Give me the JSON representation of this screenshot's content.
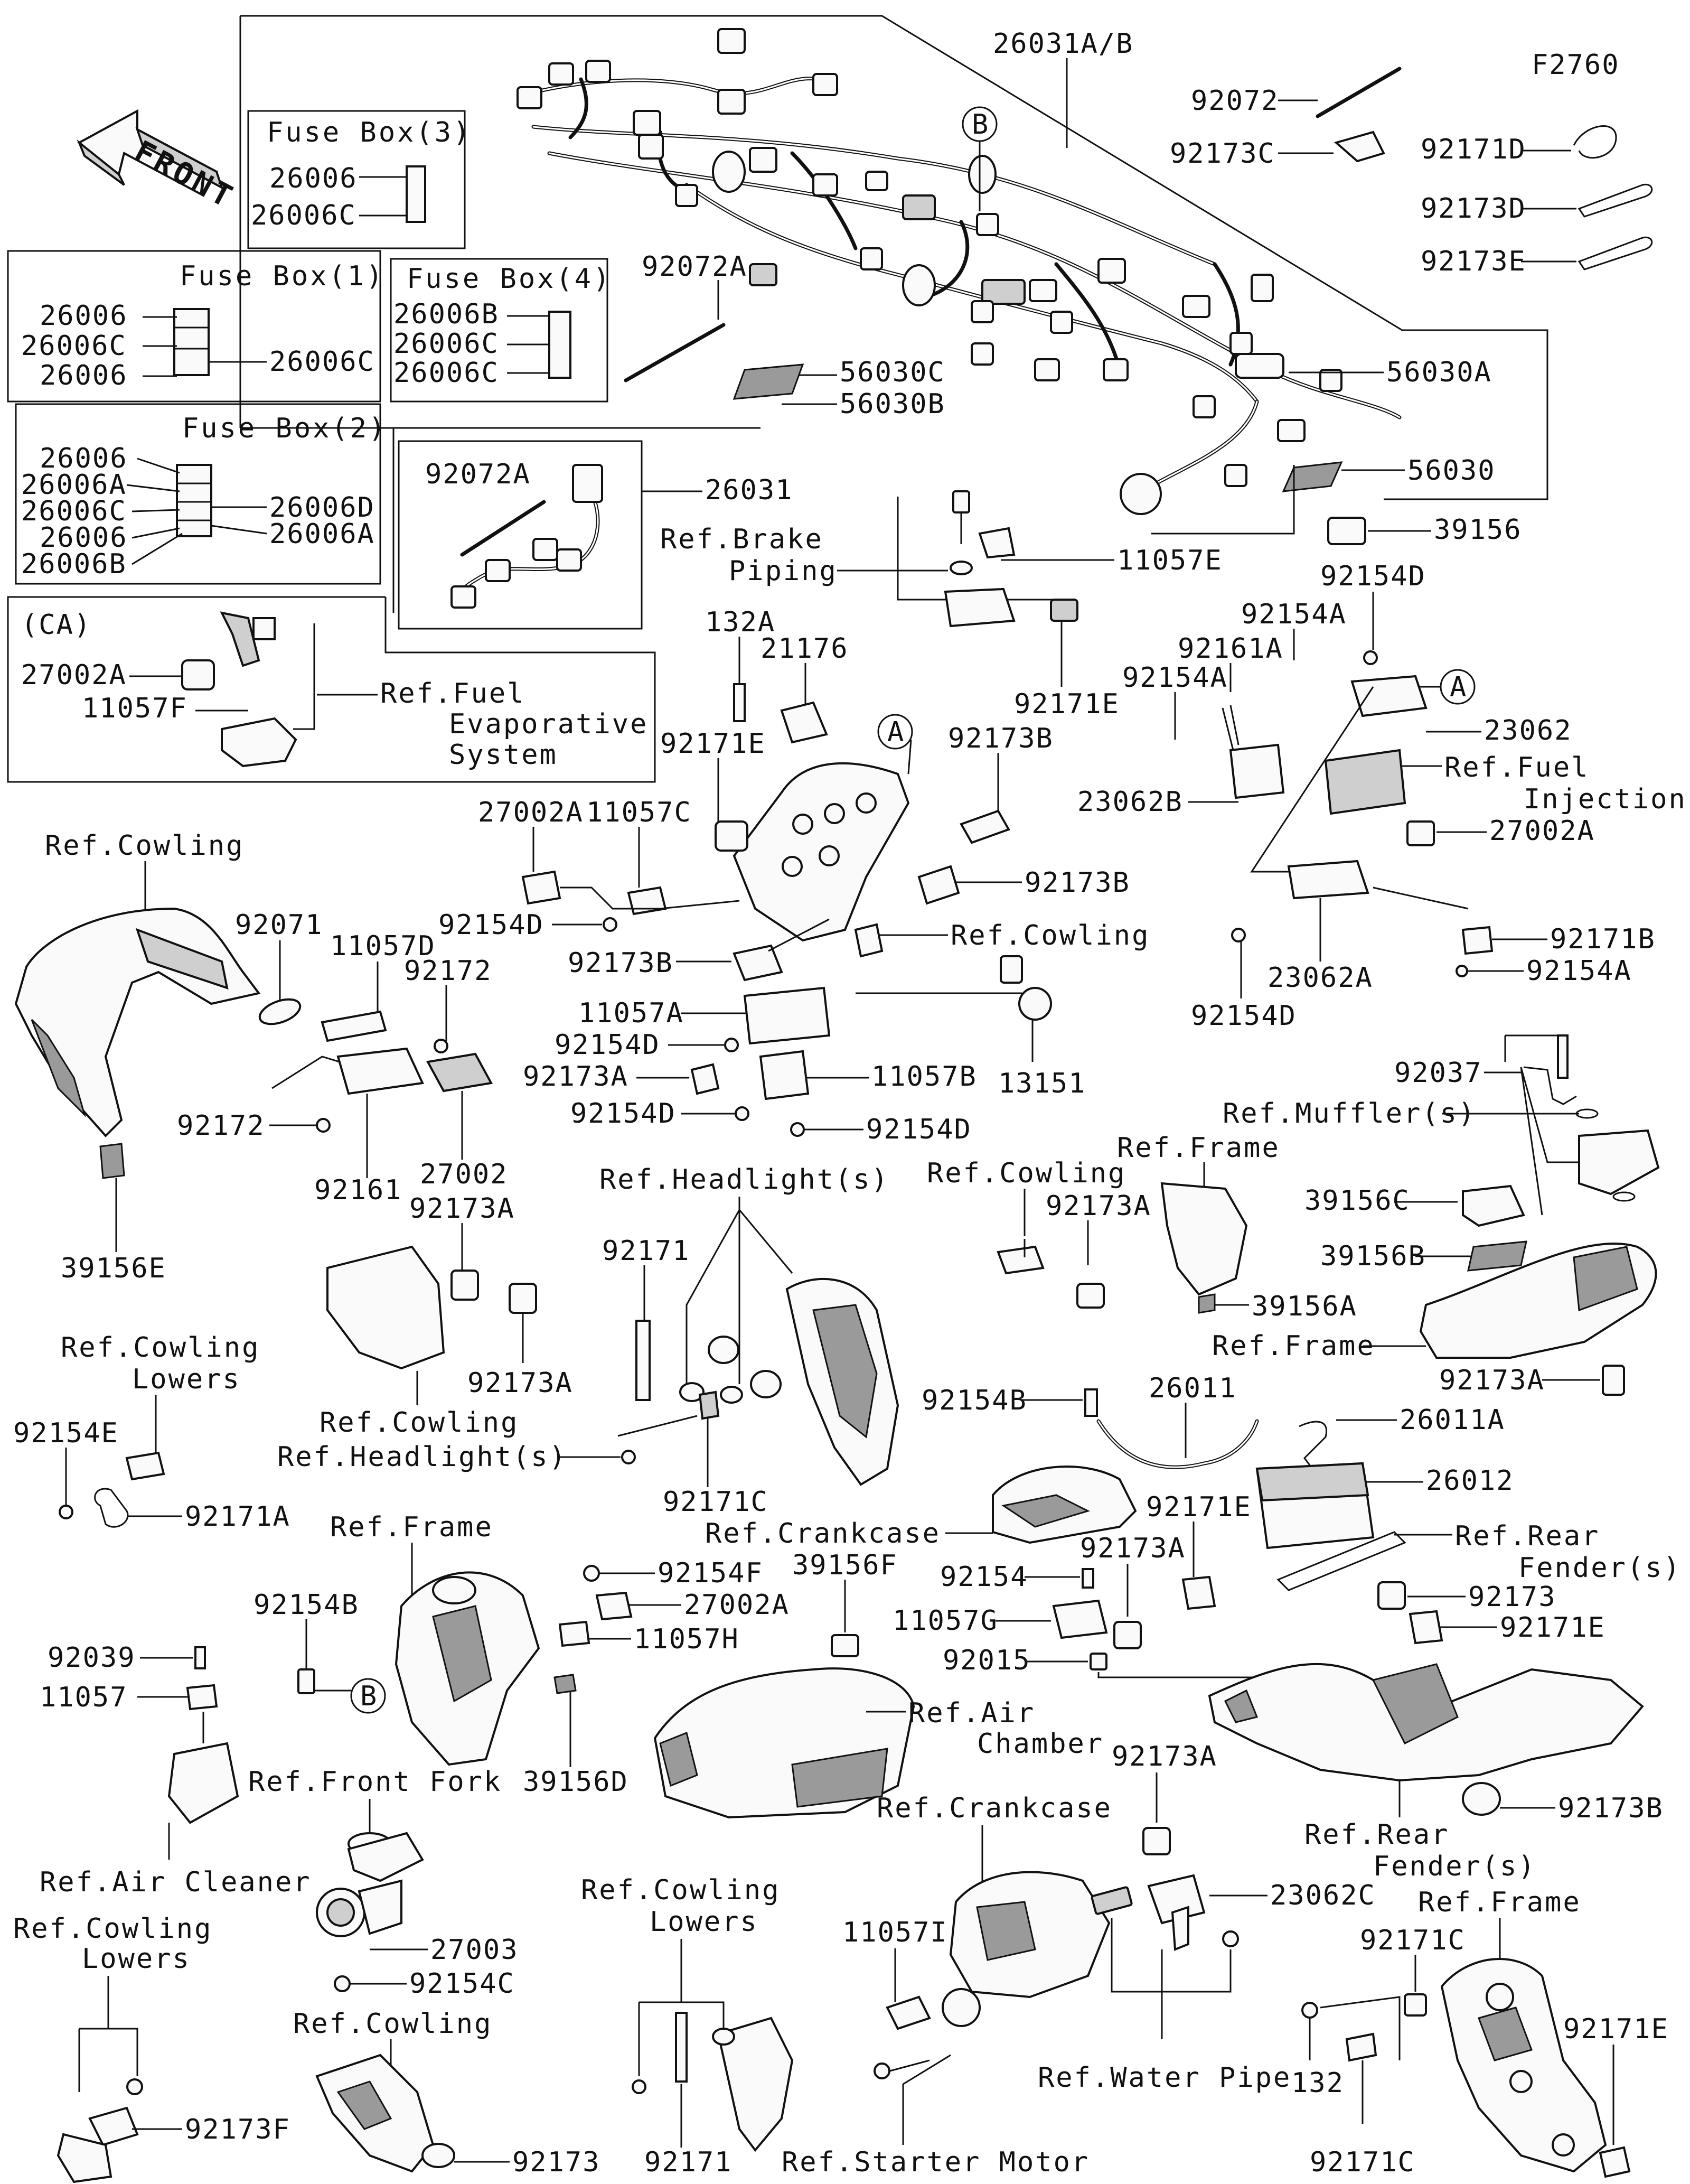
{
  "figure_code": "F2760",
  "front_arrow": {
    "label": "FRONT"
  },
  "circle_markers": {
    "a": "A",
    "b": "B"
  },
  "fuse_boxes": {
    "box3": {
      "title": "Fuse Box(3)",
      "labels": [
        "26006",
        "26006C"
      ]
    },
    "box1": {
      "title": "Fuse Box(1)",
      "left_labels": [
        "26006",
        "26006C",
        "26006"
      ],
      "right_label": "26006C"
    },
    "box4": {
      "title": "Fuse Box(4)",
      "labels": [
        "26006B",
        "26006C",
        "26006C"
      ]
    },
    "box2": {
      "title": "Fuse Box(2)",
      "left_labels": [
        "26006",
        "26006A",
        "26006C",
        "26006",
        "26006B"
      ],
      "right_labels": [
        "26006D",
        "26006A"
      ]
    }
  },
  "ca_box": {
    "title": "(CA)",
    "labels": [
      "27002A",
      "11057F"
    ],
    "ref_lines": [
      "Ref.Fuel",
      "Evaporative",
      "System"
    ]
  },
  "sub_harness": {
    "labels": [
      "92072A",
      "26031"
    ]
  },
  "top_labels": [
    "26031A/B",
    "92072",
    "92173C",
    "92072A",
    "56030C",
    "56030B",
    "56030A",
    "56030",
    "39156"
  ],
  "small_parts": [
    "92171D",
    "92173D",
    "92173E"
  ],
  "brake": {
    "ref_lines": [
      "Ref.Brake",
      "Piping"
    ],
    "labels": [
      "11057E",
      "92171E"
    ]
  },
  "meter_bracket": {
    "labels": [
      "132A",
      "21176",
      "92171E",
      "92173B",
      "27002A",
      "11057C",
      "92173B",
      "92154D",
      "92173B",
      "11057A",
      "92154D",
      "92173A",
      "11057B",
      "92154D",
      "92154D",
      "13151"
    ],
    "ref": "Ref.Cowling"
  },
  "right_bracket": {
    "labels": [
      "92154D",
      "92154A",
      "92161A",
      "92154A",
      "23062",
      "23062B",
      "27002A",
      "92171B",
      "92154A",
      "23062A",
      "92154D"
    ],
    "ref_lines": [
      "Ref.Fuel",
      "Injection"
    ]
  },
  "cowling_left": {
    "ref": "Ref.Cowling",
    "labels": [
      "92071",
      "11057D",
      "92172",
      "92172",
      "92161",
      "27002",
      "39156E"
    ]
  },
  "cowling_mid": {
    "labels": [
      "92173A",
      "92173A"
    ],
    "refs": [
      "Ref.Cowling",
      "Ref.Headlight(s)"
    ]
  },
  "headlight": {
    "ref": "Ref.Headlight(s)",
    "labels": [
      "92171",
      "92171C"
    ]
  },
  "cowling_bracket": {
    "ref": "Ref.Cowling",
    "label": "92173A"
  },
  "frame_mid": {
    "ref": "Ref.Frame",
    "label": "39156A",
    "ref2": "Ref.Frame"
  },
  "muffler": {
    "labels": [
      "92037",
      "39156C",
      "39156B",
      "92173A"
    ],
    "ref": "Ref.Muffler(s)"
  },
  "battery": {
    "labels": [
      "92154B",
      "26011",
      "26011A",
      "26012",
      "92171E",
      "92173A",
      "92154",
      "11057G",
      "92015",
      "92173",
      "92171E",
      "92173B"
    ],
    "refs": [
      "Ref.Crankcase"
    ],
    "fender_ref_lines": [
      "Ref.Rear",
      "Fender(s)"
    ],
    "fender_ref_lines2": [
      "Ref.Rear",
      "Fender(s)"
    ]
  },
  "cowling_lowers_left": {
    "ref_lines": [
      "Ref.Cowling",
      "Lowers"
    ],
    "labels": [
      "92154E",
      "92171A"
    ]
  },
  "frame_left": {
    "ref": "Ref.Frame",
    "labels": [
      "92154B",
      "92154F",
      "27002A",
      "11057H",
      "39156D"
    ]
  },
  "air_cleaner": {
    "labels": [
      "92039",
      "11057"
    ],
    "ref": "Ref.Air Cleaner"
  },
  "air_chamber": {
    "label": "39156F",
    "ref_lines": [
      "Ref.Air",
      "Chamber"
    ]
  },
  "front_fork": {
    "ref": "Ref.Front Fork",
    "labels": [
      "27003",
      "92154C"
    ]
  },
  "cowling_lowers_bottom": {
    "ref_lines": [
      "Ref.Cowling",
      "Lowers"
    ],
    "label": "92173F"
  },
  "cowling_bottom": {
    "ref": "Ref.Cowling",
    "label": "92173"
  },
  "cowling_lowers_mid": {
    "ref_lines": [
      "Ref.Cowling",
      "Lowers"
    ],
    "label": "92171"
  },
  "crankcase_bottom": {
    "ref": "Ref.Crankcase",
    "labels": [
      "92173A",
      "23062C",
      "11057I"
    ],
    "refs": [
      "Ref.Water Pipe",
      "Ref.Starter Motor"
    ]
  },
  "frame_bottom_right": {
    "ref": "Ref.Frame",
    "labels": [
      "92171C",
      "92171E",
      "132",
      "92171C"
    ]
  }
}
